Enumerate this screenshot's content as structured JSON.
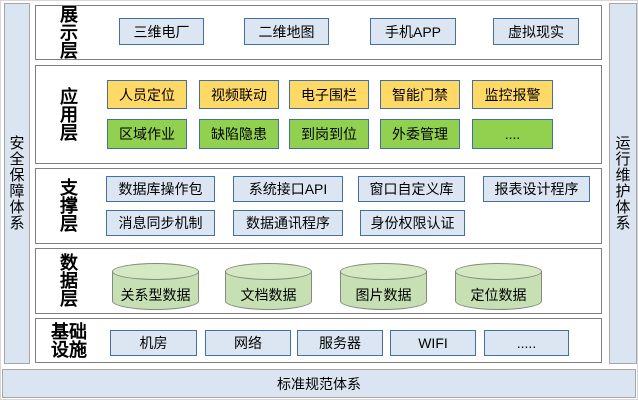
{
  "diagram": {
    "left_bar": {
      "label": "安全保障体系"
    },
    "right_bar": {
      "label": "运行维护体系"
    },
    "bottom_bar": {
      "label": "标准规范体系"
    },
    "layers": [
      {
        "id": "presentation",
        "label": "展示层",
        "rows": [
          {
            "style": "blue",
            "items": [
              "三维电厂",
              "二维地图",
              "手机APP",
              "虚拟现实"
            ]
          }
        ]
      },
      {
        "id": "application",
        "label": "应用层",
        "rows": [
          {
            "style": "yellow",
            "items": [
              "人员定位",
              "视频联动",
              "电子围栏",
              "智能门禁",
              "监控报警"
            ]
          },
          {
            "style": "green",
            "items": [
              "区域作业",
              "缺陷隐患",
              "到岗到位",
              "外委管理",
              "...."
            ]
          }
        ]
      },
      {
        "id": "support",
        "label": "支撑层",
        "rows": [
          {
            "style": "blue",
            "items": [
              "数据库操作包",
              "系统接口API",
              "窗口自定义库",
              "报表设计程序"
            ]
          },
          {
            "style": "blue",
            "items": [
              "消息同步机制",
              "数据通讯程序",
              "身份权限认证"
            ]
          }
        ]
      },
      {
        "id": "data",
        "label": "数据层",
        "rows": [
          {
            "style": "cylinder",
            "items": [
              "关系型数据",
              "文档数据",
              "图片数据",
              "定位数据"
            ]
          }
        ]
      },
      {
        "id": "infrastructure",
        "label": "基础设施",
        "rows": [
          {
            "style": "blue",
            "items": [
              "机房",
              "网络",
              "服务器",
              "WIFI",
              "....."
            ]
          }
        ]
      }
    ],
    "colors": {
      "bar_fill": "#dbe5f1",
      "bar_border": "#a6a6a6",
      "panel_border": "#7f7f7f",
      "box_border": "#41719c",
      "box_blue": "#dce6f2",
      "box_yellow": "#ffd966",
      "box_green": "#92d050",
      "cylinder_fill": "#c6e0b4",
      "cylinder_lid": "#d4e9c2",
      "cylinder_border": "#828a80"
    }
  }
}
